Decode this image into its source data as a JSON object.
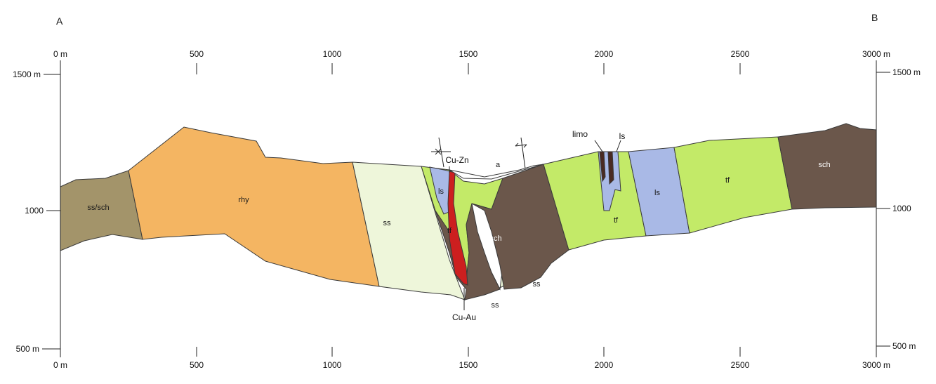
{
  "section": {
    "start_label": "A",
    "end_label": "B",
    "top_distance_ticks": [
      "0 m",
      "500",
      "1000",
      "1500",
      "2000",
      "2500",
      "3000 m"
    ],
    "bottom_distance_ticks": [
      "0 m",
      "500",
      "1000",
      "1500",
      "2000",
      "2500",
      "3000 m"
    ],
    "left_elevation_ticks": [
      "1500 m",
      "1000",
      "500 m"
    ],
    "right_elevation_ticks": [
      "1500 m",
      "1000",
      "500 m"
    ]
  },
  "units": {
    "ss_sch": "ss/sch",
    "rhy": "rhy",
    "ss_west": "ss",
    "ls_west": "ls",
    "tf_west": "tf",
    "sch_center": "sch",
    "ss_lower_east": "ss",
    "ss_lower_center": "ss",
    "a": "a",
    "tf_center": "tf",
    "ls_east": "ls",
    "tf_east": "tf",
    "sch_east": "sch"
  },
  "annotations": {
    "cu_zn": "Cu-Zn",
    "cu_au": "Cu-Au",
    "limo": "limo",
    "ls_top": "ls"
  },
  "colors": {
    "ss_sch": "#a3946a",
    "rhy": "#f4b562",
    "ss": "#eef6da",
    "tf": "#c3ea68",
    "sch": "#6b574b",
    "ls": "#a9b9e6",
    "mineral": "#cc1f1f",
    "limo": "#4a2a22"
  }
}
